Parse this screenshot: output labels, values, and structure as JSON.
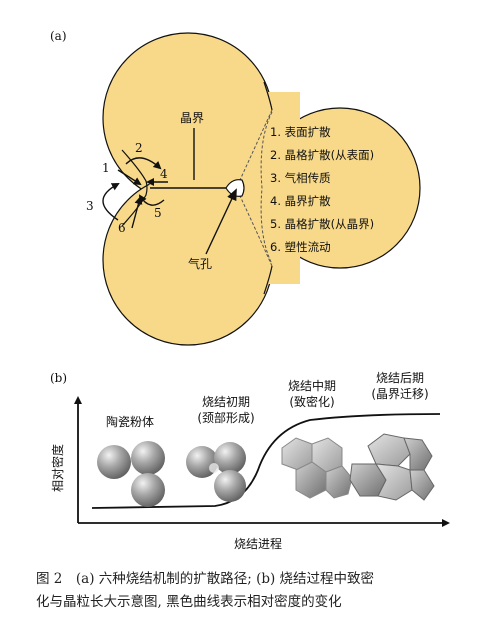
{
  "panel_a": {
    "label": "(a)",
    "grain_boundary": "晶界",
    "pore": "气孔",
    "arrow_numbers": [
      "1",
      "2",
      "3",
      "4",
      "5",
      "6"
    ],
    "mechanisms": [
      "1. 表面扩散",
      "2. 晶格扩散(从表面)",
      "3. 气相传质",
      "4. 晶界扩散",
      "5. 晶格扩散(从晶界)",
      "6. 塑性流动"
    ]
  },
  "panel_b": {
    "label": "(b)",
    "ylabel": "相对密度",
    "xlabel": "烧结进程",
    "stages": [
      {
        "line1": "陶瓷粉体",
        "line2": ""
      },
      {
        "line1": "烧结初期",
        "line2": "(颈部形成)"
      },
      {
        "line1": "烧结中期",
        "line2": "(致密化)"
      },
      {
        "line1": "烧结后期",
        "line2": "(晶界迁移)"
      }
    ]
  },
  "caption": {
    "line1": "图 2　(a) 六种烧结机制的扩散路径; (b) 烧结过程中致密",
    "line2": "化与晶粒长大示意图, 黑色曲线表示相对密度的变化"
  },
  "colors": {
    "grain_fill": "#f8d98a",
    "outline": "#111111",
    "sphere": "#9a9a9a",
    "faceted": "#bdbdbd"
  }
}
